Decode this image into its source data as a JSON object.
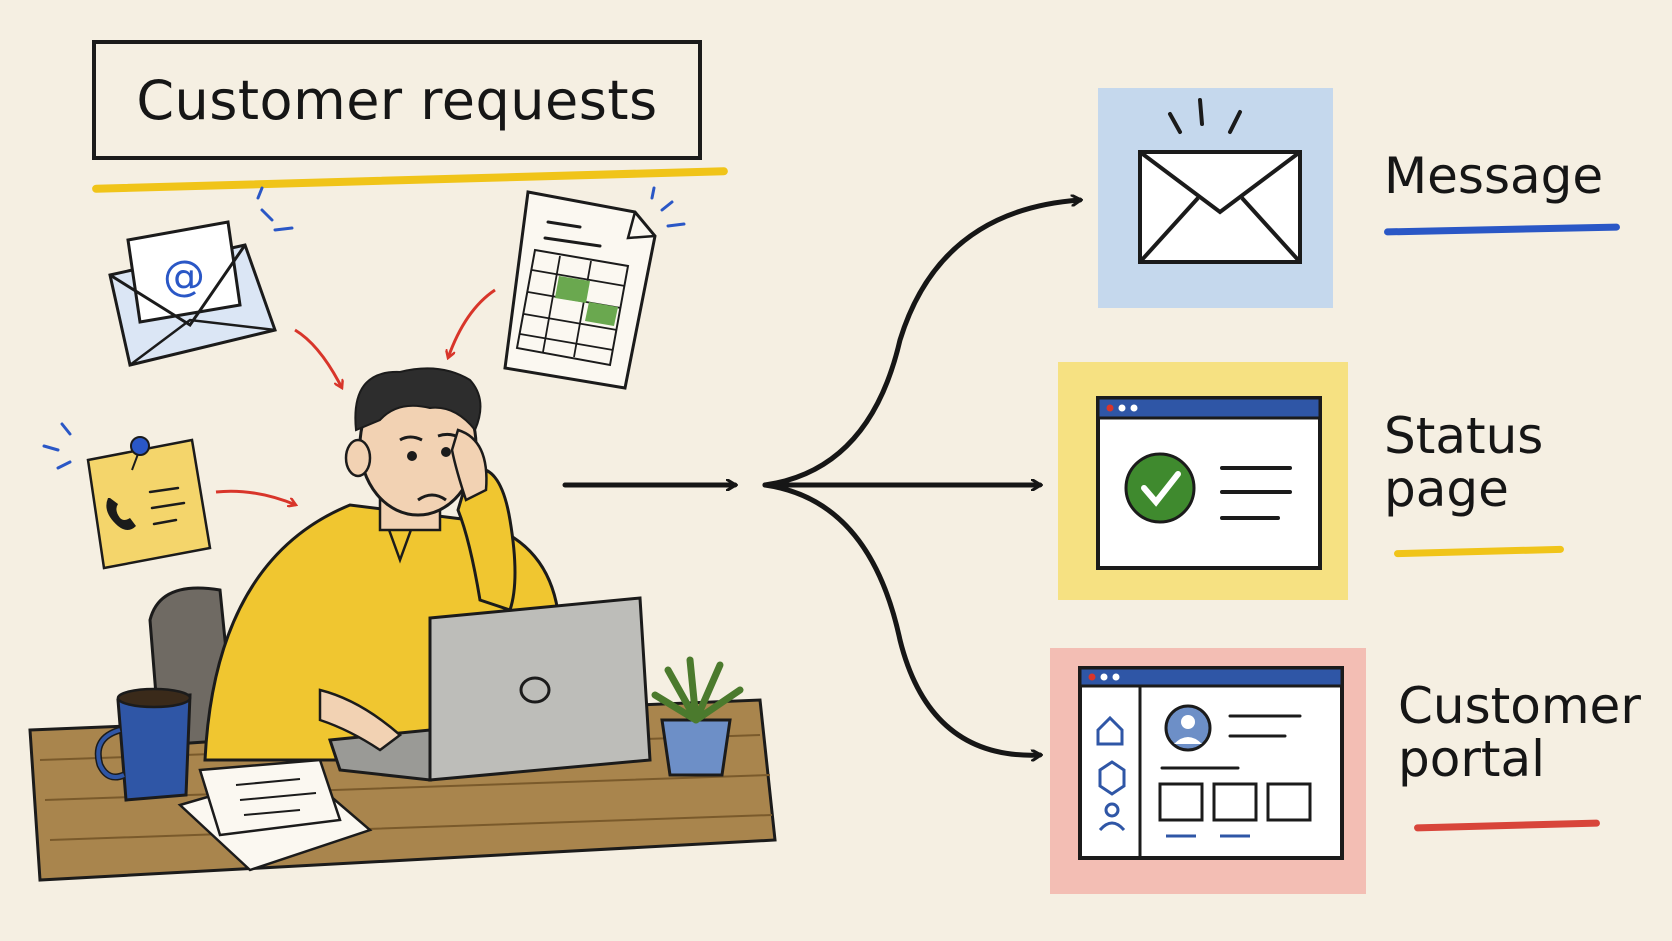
{
  "title": "Customer requests",
  "outputs": {
    "message": {
      "label": "Message",
      "accent": "#2a57c6"
    },
    "status": {
      "label_line1": "Status",
      "label_line2": "page",
      "accent": "#f0c419"
    },
    "portal": {
      "label_line1": "Customer",
      "label_line2": "portal",
      "accent": "#d8453a"
    }
  },
  "inputs": {
    "email_icon": "at-envelope-icon",
    "spreadsheet_icon": "spreadsheet-document-icon",
    "phone_icon": "phone-sticky-note-icon"
  },
  "email_symbol": "@",
  "colors": {
    "background": "#f5efe2",
    "ink": "#161616",
    "shirt": "#f0c630",
    "arrow_red": "#d8352a",
    "check_green": "#3f8a2e",
    "spreadsheet_green": "#6aa84f"
  }
}
